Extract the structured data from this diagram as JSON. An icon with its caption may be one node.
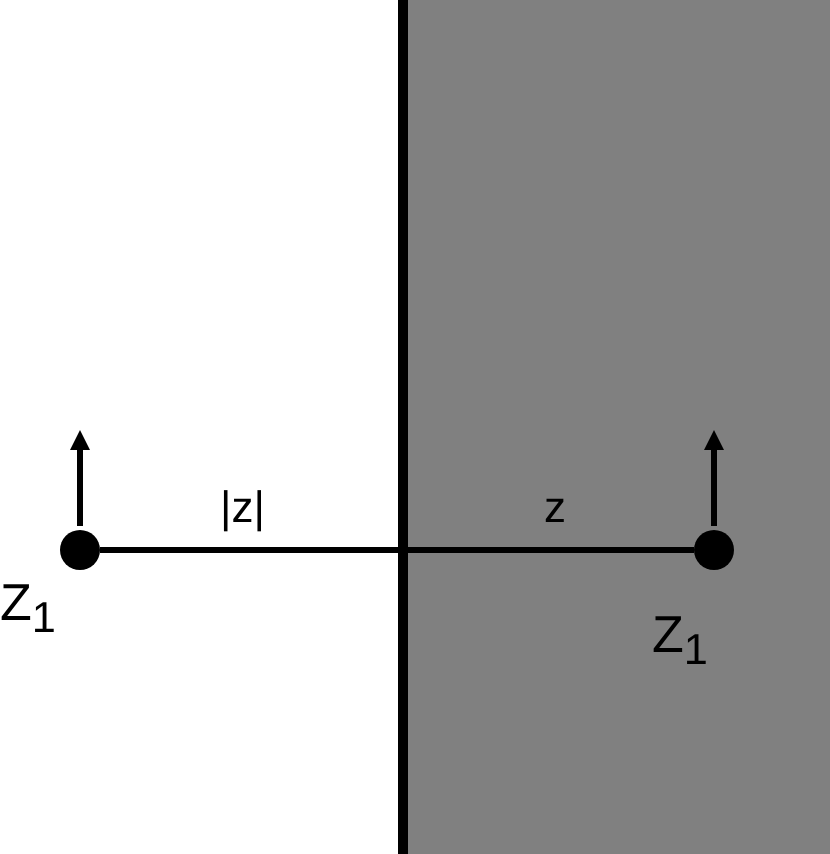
{
  "diagram": {
    "nodes": [
      {
        "text": [],
        "shape": "circle",
        "beside": [
          "Z$_{1}$"
        ]
      },
      {
        "text": [],
        "shape": "circle",
        "beside": [
          "Z$_{1}$"
        ]
      }
    ],
    "edges": [
      {
        "from": 0,
        "to": 1,
        "arrow": "none"
      }
    ],
    "labels": [
      "|z|",
      "z"
    ]
  }
}
